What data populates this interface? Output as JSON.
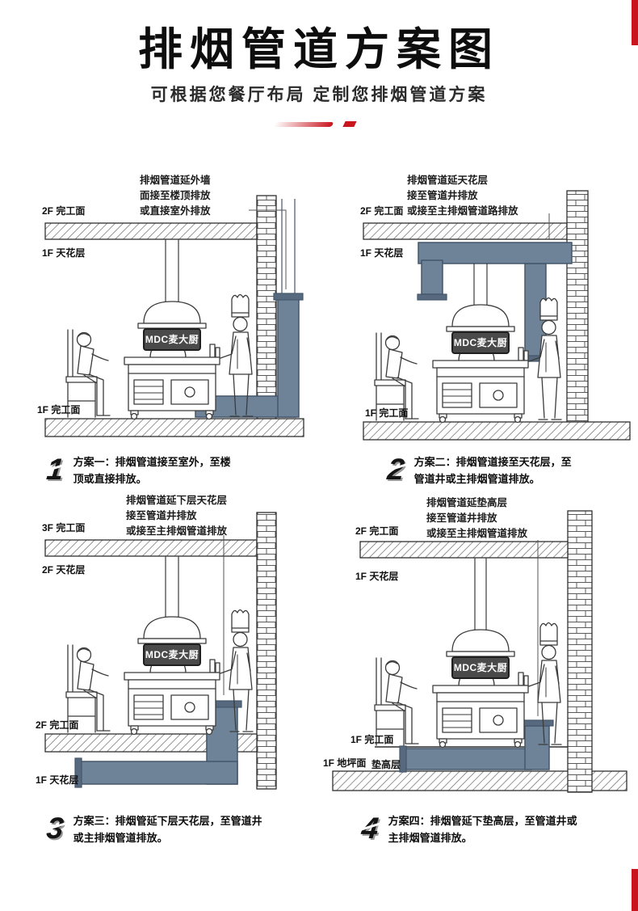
{
  "header": {
    "title": "排烟管道方案图",
    "subtitle": "可根据您餐厅布局 定制您排烟管道方案"
  },
  "brand_sign": "MDC麦大厨",
  "colors": {
    "accent_red": "#c9151e",
    "duct_blue": "#6e8398"
  },
  "panels": [
    {
      "number": "1",
      "annotation": [
        "排烟管道延外墙",
        "面接至楼顶排放",
        "或直接室外排放"
      ],
      "labels": {
        "upper_floor": "2F 完工面",
        "ceiling": "1F 天花层",
        "floor": "1F 完工面"
      },
      "caption_label": "方案一：",
      "caption_text": "排烟管道接至室外，至楼顶或直接排放。"
    },
    {
      "number": "2",
      "annotation": [
        "排烟管道延天花层",
        "接至管道井排放",
        "或接至主排烟管道路排放"
      ],
      "labels": {
        "upper_floor": "2F 完工面",
        "ceiling": "1F 天花层",
        "floor": "1F 完工面"
      },
      "caption_label": "方案二：",
      "caption_text": "排烟管道接至天花层，至管道井或主排烟管道排放。"
    },
    {
      "number": "3",
      "annotation": [
        "排烟管道延下层天花层",
        "接至管道井排放",
        "或接至主排烟管道排放"
      ],
      "labels": {
        "upper_floor": "3F 完工面",
        "ceiling": "2F 天花层",
        "floor": "2F 完工面",
        "lower_ceiling": "1F 天花层"
      },
      "caption_label": "方案三：",
      "caption_text": "排烟管延下层天花层，至管道井或主排烟管道排放。"
    },
    {
      "number": "4",
      "annotation": [
        "排烟管道延垫高层",
        "接至管道井排放",
        "或接至主排烟管道排放"
      ],
      "labels": {
        "upper_floor": "2F 完工面",
        "ceiling": "1F 天花层",
        "floor": "1F 完工面",
        "ground": "1F 地坪面",
        "raised_layer": "垫高层"
      },
      "caption_label": "方案四：",
      "caption_text": "排烟管延下垫高层，至管道井或主排烟管道排放。"
    }
  ]
}
